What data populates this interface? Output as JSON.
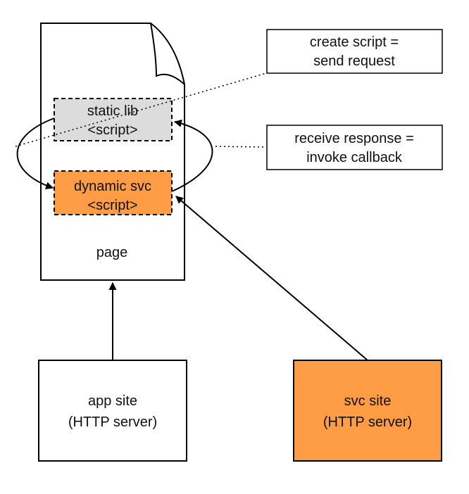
{
  "page_doc": {
    "label": "page"
  },
  "static_lib": {
    "line1": "static lib",
    "line2": "<script>"
  },
  "dynamic_svc": {
    "line1": "dynamic svc",
    "line2": "<script>"
  },
  "note_create": {
    "line1": "create script =",
    "line2": "send request"
  },
  "note_receive": {
    "line1": "receive response =",
    "line2": "invoke callback"
  },
  "app_site": {
    "line1": "app site",
    "line2": "(HTTP server)"
  },
  "svc_site": {
    "line1": "svc site",
    "line2": "(HTTP server)"
  },
  "colors": {
    "accent_orange": "#FF9C45",
    "static_gray": "#DCDCDC",
    "stroke": "#000000",
    "background": "#FFFFFF"
  }
}
